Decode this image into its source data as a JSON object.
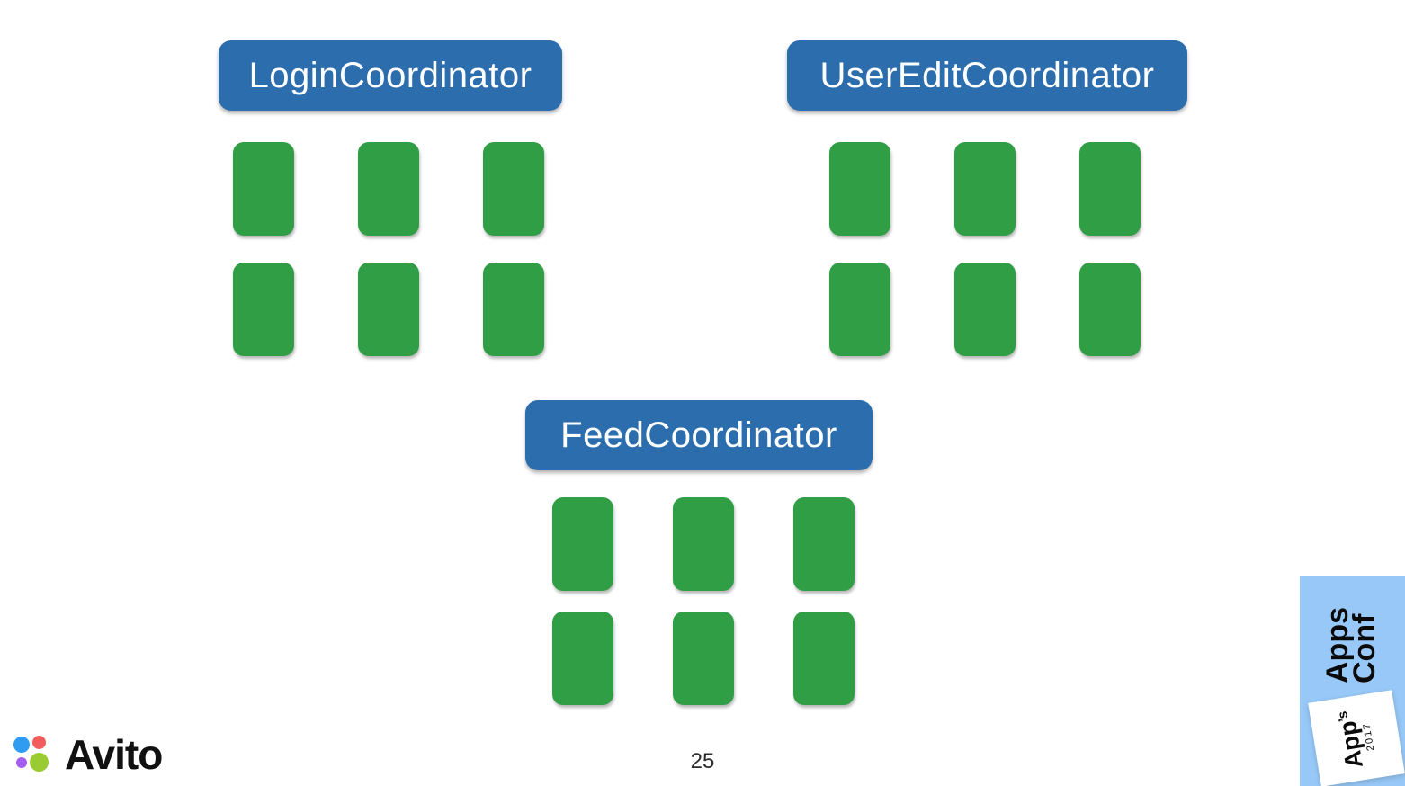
{
  "slide": {
    "page_number": "25"
  },
  "coordinators": [
    {
      "id": "login",
      "label": "LoginCoordinator",
      "block_count": 6
    },
    {
      "id": "useredit",
      "label": "UserEditCoordinator",
      "block_count": 6
    },
    {
      "id": "feed",
      "label": "FeedCoordinator",
      "block_count": 6
    }
  ],
  "footer": {
    "logo_text": "Avito"
  },
  "badge": {
    "line1": "Apps",
    "line2": "Conf",
    "card_name": "App",
    "card_suffix": "’s",
    "card_year": "2017"
  },
  "colors": {
    "header_blue": "#2b6dad",
    "block_green": "#2f9e45",
    "badge_blue": "#97c8f7",
    "logo_blue": "#2f9cf1",
    "logo_red": "#f25c5c",
    "logo_purple": "#a55ff0",
    "logo_green": "#9bcb33",
    "text_black": "#111111"
  }
}
